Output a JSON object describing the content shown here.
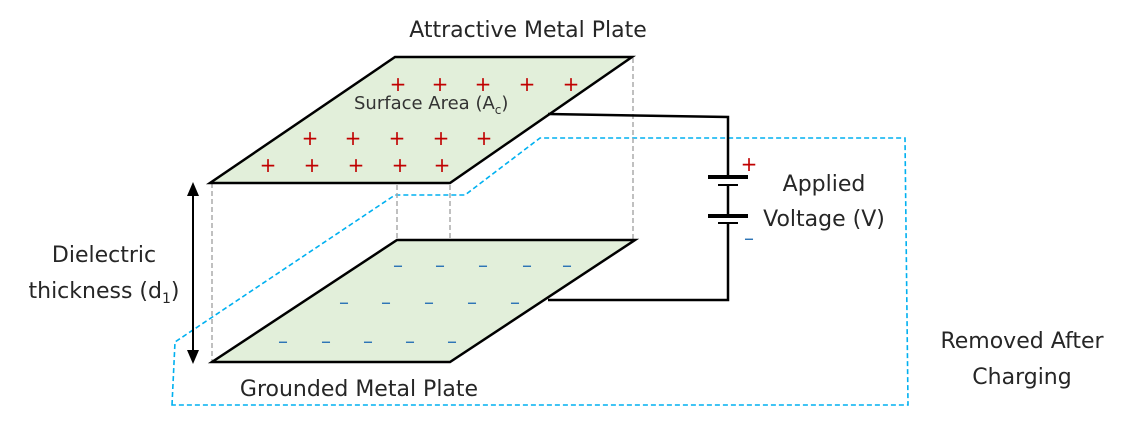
{
  "labels": {
    "top_plate": "Attractive Metal Plate",
    "bottom_plate": "Grounded Metal Plate",
    "surface_area_main": "Surface Area (A",
    "surface_area_sub": "c",
    "surface_area_close": ")",
    "applied_line1": "Applied",
    "applied_line2": "Voltage (V)",
    "dielectric_line1": "Dielectric",
    "dielectric_line2_main": "thickness (d",
    "dielectric_line2_sub": "1",
    "dielectric_line2_close": ")",
    "removed_line1": "Removed After",
    "removed_line2": "Charging",
    "battery_plus": "+",
    "battery_minus": "–"
  },
  "charges": {
    "positive_symbol": "+",
    "negative_symbol": "–"
  },
  "colors": {
    "plate_fill": "#e2efda",
    "plate_stroke": "#000000",
    "positive": "#c00000",
    "negative": "#2e75b6",
    "boundary": "#00b0f0",
    "guide": "#a6a6a6",
    "text": "#262626"
  }
}
